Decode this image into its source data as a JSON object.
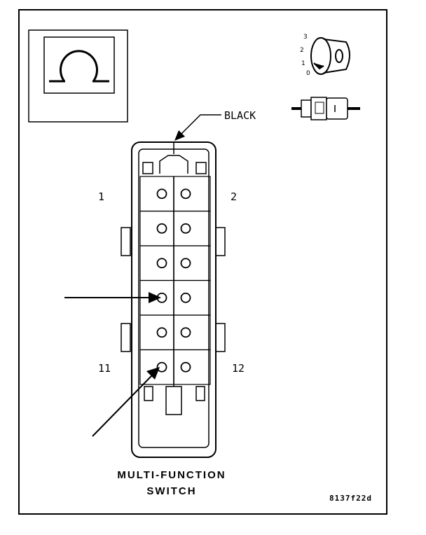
{
  "diagram": {
    "connector_color_label": "BLACK",
    "pin_labels": {
      "top_left": "1",
      "top_right": "2",
      "bottom_left": "11",
      "bottom_right": "12"
    },
    "title_line1": "MULTI-FUNCTION",
    "title_line2": "SWITCH",
    "figure_code": "8137f22d",
    "icons": [
      "ohm-symbol-icon",
      "ignition-key-icon",
      "connector-plug-icon"
    ],
    "ignition_positions": [
      "3",
      "2",
      "1",
      "0"
    ]
  }
}
